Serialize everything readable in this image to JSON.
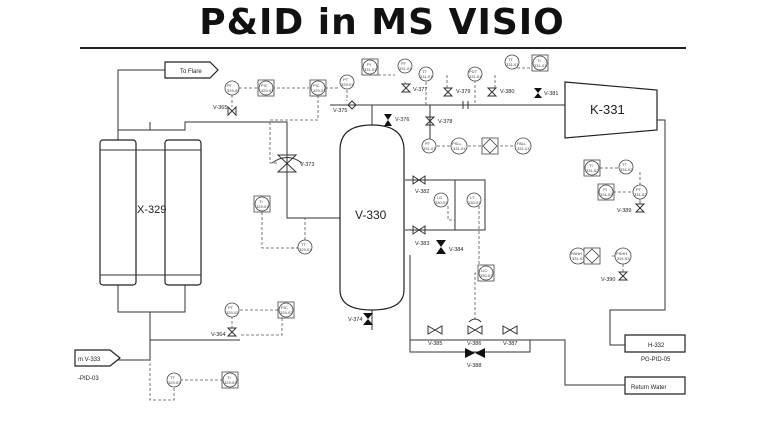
{
  "title": "P&ID in MS VISIO",
  "equipment": {
    "exchanger": "X-329",
    "vessel": "V-330",
    "compressor": "K-331"
  },
  "offpage": {
    "flare": "To Flare",
    "from": "m V-333",
    "from_ref": "-PID-03",
    "h332": "H-332",
    "h332_ref": "PG-PID-05",
    "return": "Return Water"
  },
  "valves": {
    "v365": "V-365",
    "v375": "V-375",
    "v376": "V-376",
    "v377": "V-377",
    "v378": "V-378",
    "v379": "V-379",
    "v380": "V-380",
    "v381": "V-381",
    "v373": "V-373",
    "v382": "V-382",
    "v383": "V-383",
    "v384": "V-384",
    "v385": "V-385",
    "v386": "V-386",
    "v387": "V-387",
    "v388": "V-388",
    "v389": "V-389",
    "v390": "V-390",
    "v364": "V-364",
    "v374": "V-374"
  },
  "instruments": {
    "pt_a": "PT",
    "pic_a": "PIC",
    "pt_b": "PT",
    "pi_a": "PI",
    "pt_c": "PT",
    "tt_a": "TT",
    "pdt": "PDT",
    "ti_a": "TI",
    "pt_d": "PT",
    "psll": "PSLL",
    "pall": "PALL",
    "ti_b": "TI",
    "tt_b": "TT",
    "lg": "LG",
    "lt": "LT",
    "lic": "LIC",
    "ti_c": "TI",
    "tt_c": "TT",
    "pi_b": "PI",
    "pt_e": "PT",
    "pahh": "PAHH",
    "pshh": "PSHH",
    "pt_f": "PT",
    "pic_b": "PIC",
    "tt_d": "TT",
    "ti_d": "TI"
  },
  "tags": {
    "pt_a": "329-01",
    "pic_a": "329-01",
    "pt_b": "329-01",
    "pi_a": "331-01",
    "pt_c": "331-01",
    "tt_a": "331-01",
    "pdt": "331-01",
    "ti_a": "331-01",
    "pt_d": "331-01",
    "psll": "331-01",
    "pall": "331-01",
    "ti_b": "329-01",
    "tt_b": "329-01",
    "lg": "330-01",
    "lt": "330-01",
    "lic": "330-01",
    "ti_c": "331-02",
    "tt_c": "331-02",
    "pi_b": "331-02",
    "pt_e": "331-02",
    "pahh": "331-03",
    "pshh": "331-03",
    "pt_f": "329-02",
    "pic_b": "329-02",
    "tt_d": "329-03",
    "ti_d": "329-03"
  }
}
